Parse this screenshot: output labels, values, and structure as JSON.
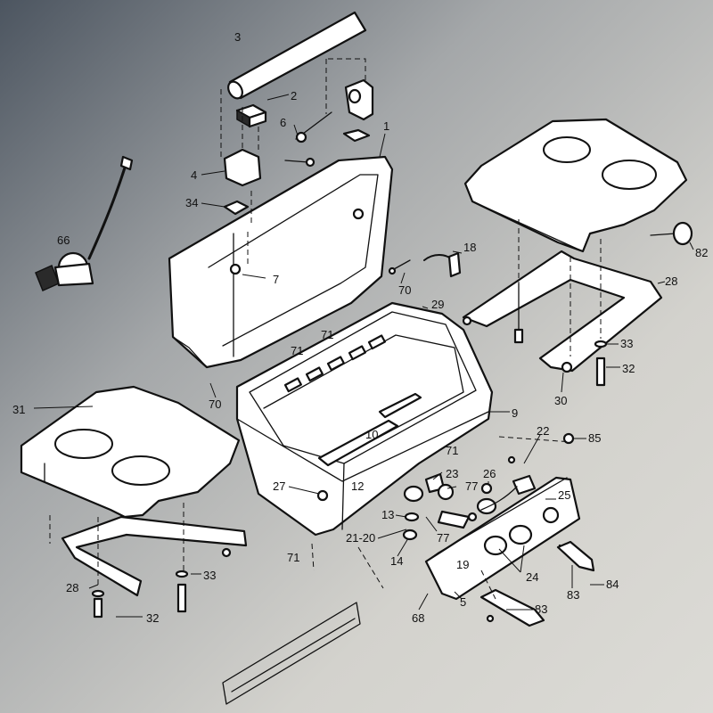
{
  "callouts": [
    {
      "id": "c3",
      "label": "3"
    },
    {
      "id": "c2",
      "label": "2"
    },
    {
      "id": "c6",
      "label": "6"
    },
    {
      "id": "c1",
      "label": "1"
    },
    {
      "id": "c4",
      "label": "4"
    },
    {
      "id": "c34",
      "label": "34"
    },
    {
      "id": "c66",
      "label": "66"
    },
    {
      "id": "c7",
      "label": "7"
    },
    {
      "id": "c18",
      "label": "18"
    },
    {
      "id": "c70a",
      "label": "70"
    },
    {
      "id": "c82",
      "label": "82"
    },
    {
      "id": "c28a",
      "label": "28"
    },
    {
      "id": "c29",
      "label": "29"
    },
    {
      "id": "c71a",
      "label": "71"
    },
    {
      "id": "c71b",
      "label": "71"
    },
    {
      "id": "c33a",
      "label": "33"
    },
    {
      "id": "c32a",
      "label": "32"
    },
    {
      "id": "c30",
      "label": "30"
    },
    {
      "id": "c70b",
      "label": "70"
    },
    {
      "id": "c31",
      "label": "31"
    },
    {
      "id": "c9",
      "label": "9"
    },
    {
      "id": "c10",
      "label": "10"
    },
    {
      "id": "c22",
      "label": "22"
    },
    {
      "id": "c85",
      "label": "85"
    },
    {
      "id": "c71c",
      "label": "71"
    },
    {
      "id": "c23",
      "label": "23"
    },
    {
      "id": "c26",
      "label": "26"
    },
    {
      "id": "c27",
      "label": "27"
    },
    {
      "id": "c12",
      "label": "12"
    },
    {
      "id": "c77a",
      "label": "77"
    },
    {
      "id": "c25",
      "label": "25"
    },
    {
      "id": "c13",
      "label": "13"
    },
    {
      "id": "c21_20",
      "label": "21-20"
    },
    {
      "id": "c77b",
      "label": "77"
    },
    {
      "id": "c71d",
      "label": "71"
    },
    {
      "id": "c14",
      "label": "14"
    },
    {
      "id": "c24",
      "label": "24"
    },
    {
      "id": "c19",
      "label": "19"
    },
    {
      "id": "c84",
      "label": "84"
    },
    {
      "id": "c83a",
      "label": "83"
    },
    {
      "id": "c28b",
      "label": "28"
    },
    {
      "id": "c33b",
      "label": "33"
    },
    {
      "id": "c5",
      "label": "5"
    },
    {
      "id": "c83b",
      "label": "83"
    },
    {
      "id": "c32b",
      "label": "32"
    },
    {
      "id": "c68",
      "label": "68"
    }
  ],
  "colors": {
    "background_light": "#d8d7d2",
    "background_dark": "#4c5560",
    "line": "#111111",
    "part_fill": "#ffffff"
  }
}
